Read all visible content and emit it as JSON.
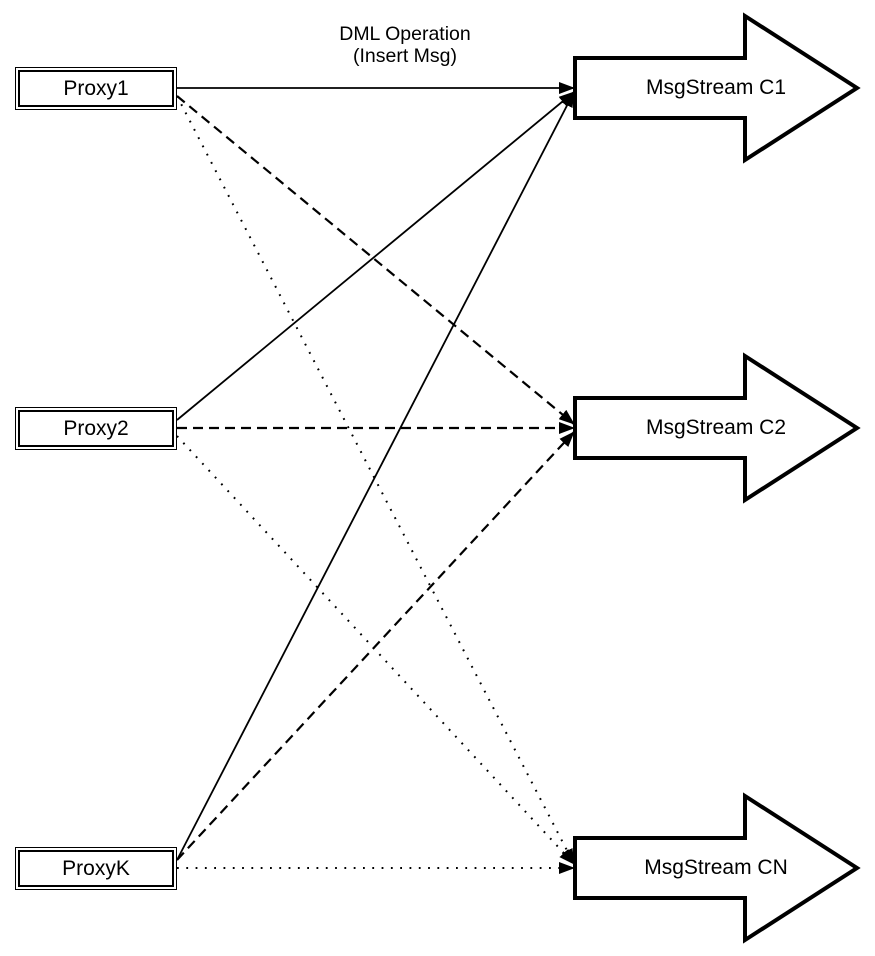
{
  "title": {
    "line1": "DML Operation",
    "line2": "(Insert Msg)"
  },
  "proxies": [
    {
      "id": "proxy1",
      "label": "Proxy1"
    },
    {
      "id": "proxy2",
      "label": "Proxy2"
    },
    {
      "id": "proxyk",
      "label": "ProxyK"
    }
  ],
  "streams": [
    {
      "id": "c1",
      "label": "MsgStream C1"
    },
    {
      "id": "c2",
      "label": "MsgStream C2"
    },
    {
      "id": "cn",
      "label": "MsgStream CN"
    }
  ],
  "edges": [
    {
      "from": "proxy1",
      "to": "c1",
      "style": "solid"
    },
    {
      "from": "proxy2",
      "to": "c1",
      "style": "solid"
    },
    {
      "from": "proxyk",
      "to": "c1",
      "style": "solid"
    },
    {
      "from": "proxy1",
      "to": "c2",
      "style": "dashed"
    },
    {
      "from": "proxy2",
      "to": "c2",
      "style": "dashed"
    },
    {
      "from": "proxyk",
      "to": "c2",
      "style": "dashed"
    },
    {
      "from": "proxy1",
      "to": "cn",
      "style": "dotted"
    },
    {
      "from": "proxy2",
      "to": "cn",
      "style": "dotted"
    },
    {
      "from": "proxyk",
      "to": "cn",
      "style": "dotted"
    }
  ],
  "colors": {
    "stroke": "#000000",
    "fill": "#ffffff",
    "background": "#ffffff"
  }
}
